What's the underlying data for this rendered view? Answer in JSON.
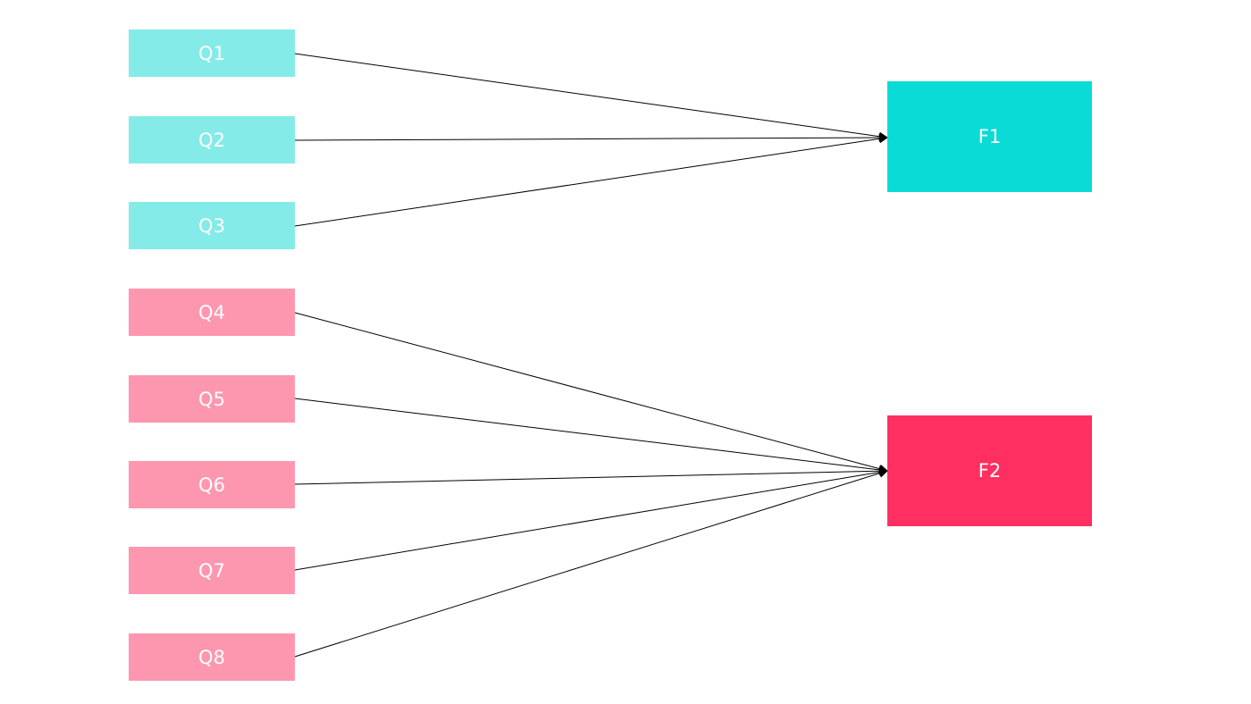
{
  "colors": {
    "group_f1_items": "#84ebe8",
    "group_f2_items": "#fd97b0",
    "factor_f1": "#0bdbd6",
    "factor_f2": "#ff2f61",
    "connector": "#000000"
  },
  "items": [
    {
      "label": "Q1",
      "group": "F1"
    },
    {
      "label": "Q2",
      "group": "F1"
    },
    {
      "label": "Q3",
      "group": "F1"
    },
    {
      "label": "Q4",
      "group": "F2"
    },
    {
      "label": "Q5",
      "group": "F2"
    },
    {
      "label": "Q6",
      "group": "F2"
    },
    {
      "label": "Q7",
      "group": "F2"
    },
    {
      "label": "Q8",
      "group": "F2"
    }
  ],
  "factors": [
    {
      "label": "F1"
    },
    {
      "label": "F2"
    }
  ],
  "edges": [
    {
      "from": "Q1",
      "to": "F1"
    },
    {
      "from": "Q2",
      "to": "F1"
    },
    {
      "from": "Q3",
      "to": "F1"
    },
    {
      "from": "Q4",
      "to": "F2"
    },
    {
      "from": "Q5",
      "to": "F2"
    },
    {
      "from": "Q6",
      "to": "F2"
    },
    {
      "from": "Q7",
      "to": "F2"
    },
    {
      "from": "Q8",
      "to": "F2"
    }
  ]
}
